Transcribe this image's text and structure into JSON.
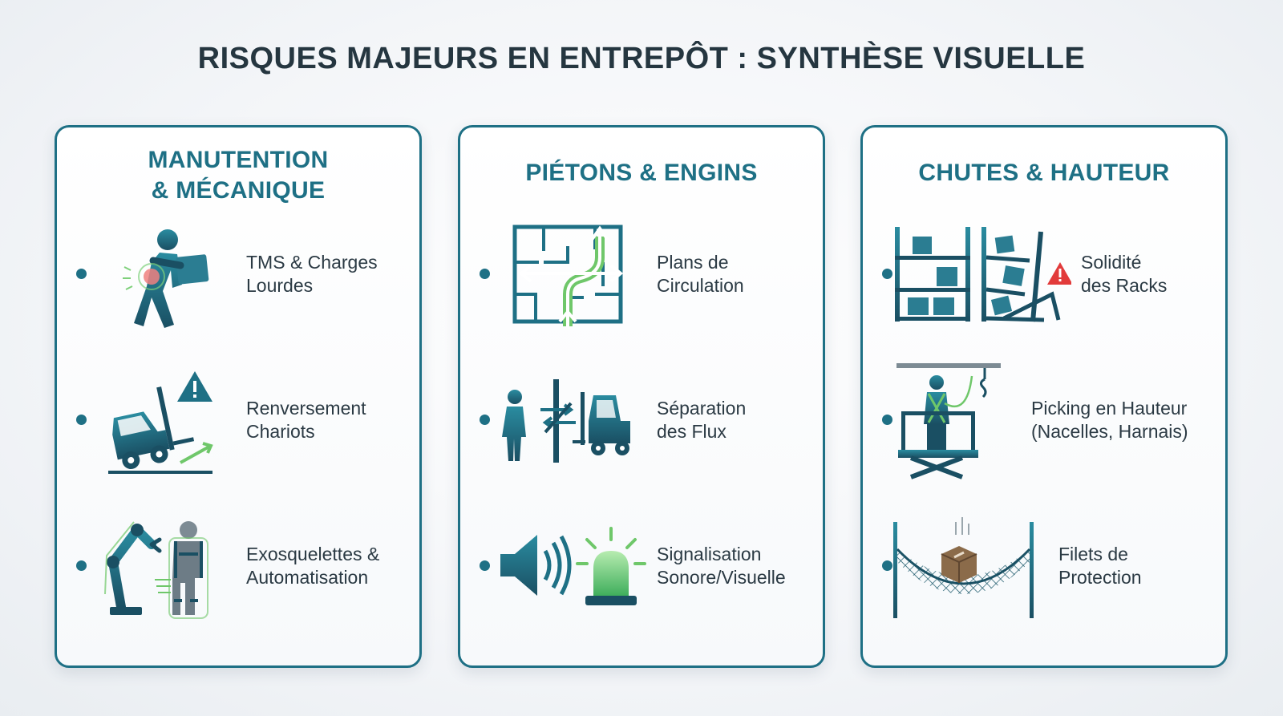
{
  "title": "RISQUES MAJEURS EN ENTREPÔT : SYNTHÈSE VISUELLE",
  "colors": {
    "accent": "#1e7085",
    "green": "#6fc76a",
    "warning": "#e23b3b",
    "text": "#2b3a44"
  },
  "panels": [
    {
      "title_lines": [
        "MANUTENTION",
        "& MÉCANIQUE"
      ],
      "items": [
        {
          "icon": "worker-carrying-box-icon",
          "label_lines": [
            "TMS & Charges",
            "Lourdes"
          ]
        },
        {
          "icon": "forklift-tipping-icon",
          "label_lines": [
            "Renversement",
            "Chariots"
          ]
        },
        {
          "icon": "robot-arm-exoskeleton-icon",
          "label_lines": [
            "Exosquelettes &",
            "Automatisation"
          ]
        }
      ]
    },
    {
      "title_lines": [
        "PIÉTONS & ENGINS"
      ],
      "items": [
        {
          "icon": "circulation-plan-icon",
          "label_lines": [
            "Plans de",
            "Circulation"
          ]
        },
        {
          "icon": "pedestrian-forklift-separation-icon",
          "label_lines": [
            "Séparation",
            "des Flux"
          ]
        },
        {
          "icon": "speaker-beacon-icon",
          "label_lines": [
            "Signalisation",
            "Sonore/Visuelle"
          ]
        }
      ]
    },
    {
      "title_lines": [
        "CHUTES & HAUTEUR"
      ],
      "items": [
        {
          "icon": "rack-collapse-icon",
          "label_lines": [
            "Solidité",
            "des Racks"
          ]
        },
        {
          "icon": "aerial-lift-harness-icon",
          "label_lines": [
            "Picking en Hauteur",
            "(Nacelles, Harnais)"
          ]
        },
        {
          "icon": "safety-net-icon",
          "label_lines": [
            "Filets de",
            "Protection"
          ]
        }
      ]
    }
  ]
}
